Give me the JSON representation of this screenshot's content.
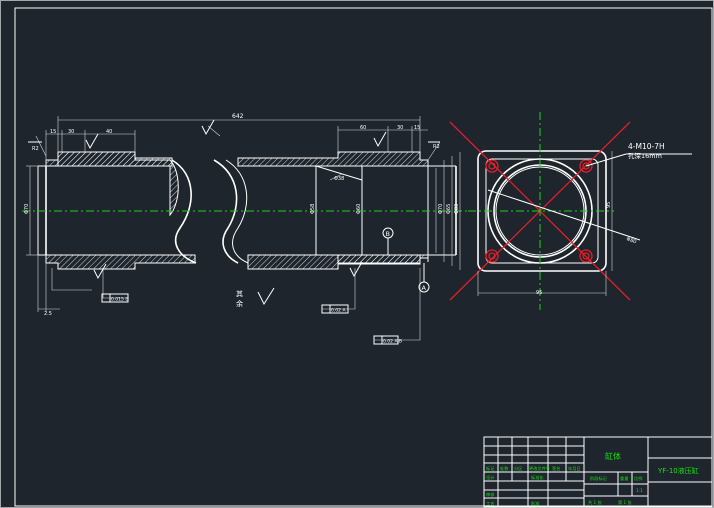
{
  "drawing": {
    "colors": {
      "background": "#1e252c",
      "line": "#ffffff",
      "centerline": "#1bd21b",
      "bolt": "#e0202a",
      "title_text": "#18e018"
    },
    "dimensions": {
      "overall_length": "642",
      "left_d1": "15",
      "left_d2": "30",
      "left_d3": "40",
      "right_d1": "60",
      "right_d2": "30",
      "right_d3": "15",
      "dia_left": "Φ70",
      "dia_mid": "Φ58",
      "dia_right_a": "Φ60",
      "dia_right_b": "Φ70",
      "dia_right_c": "Φ65",
      "dia_right_d": "Φ80",
      "chamfer": "R2",
      "end_bottom": "2.5",
      "radius_note": "Φ38",
      "flange_width": "95",
      "flange_height": "95",
      "flange_dia": "Φ80"
    },
    "tolerances": {
      "left_bottom": "0.015 B",
      "center": "0.02 A",
      "right_bottom": "0.02 A-B"
    },
    "datum_b": "B",
    "datum_a": "A",
    "surface_note_1": "其",
    "surface_note_2": "余",
    "thread_note_1": "4-M10-7H",
    "thread_note_2": "孔深16mm"
  },
  "title_block": {
    "part_name": "缸体",
    "drawing_title": "YF-10液压缸",
    "row1": [
      "标记",
      "处数",
      "分区",
      "更改文件号",
      "签名",
      "年月日"
    ],
    "row2": [
      "设计",
      "",
      "标准化",
      ""
    ],
    "row3": [
      "审核",
      "",
      ""
    ],
    "row4": [
      "工艺",
      "",
      "批准"
    ],
    "stage_label": "阶段标记",
    "weight_label": "重量",
    "scale_label": "比例",
    "scale_value": "1:1",
    "sheet_label": "共 1 张",
    "sheet_no": "第 1 张"
  }
}
